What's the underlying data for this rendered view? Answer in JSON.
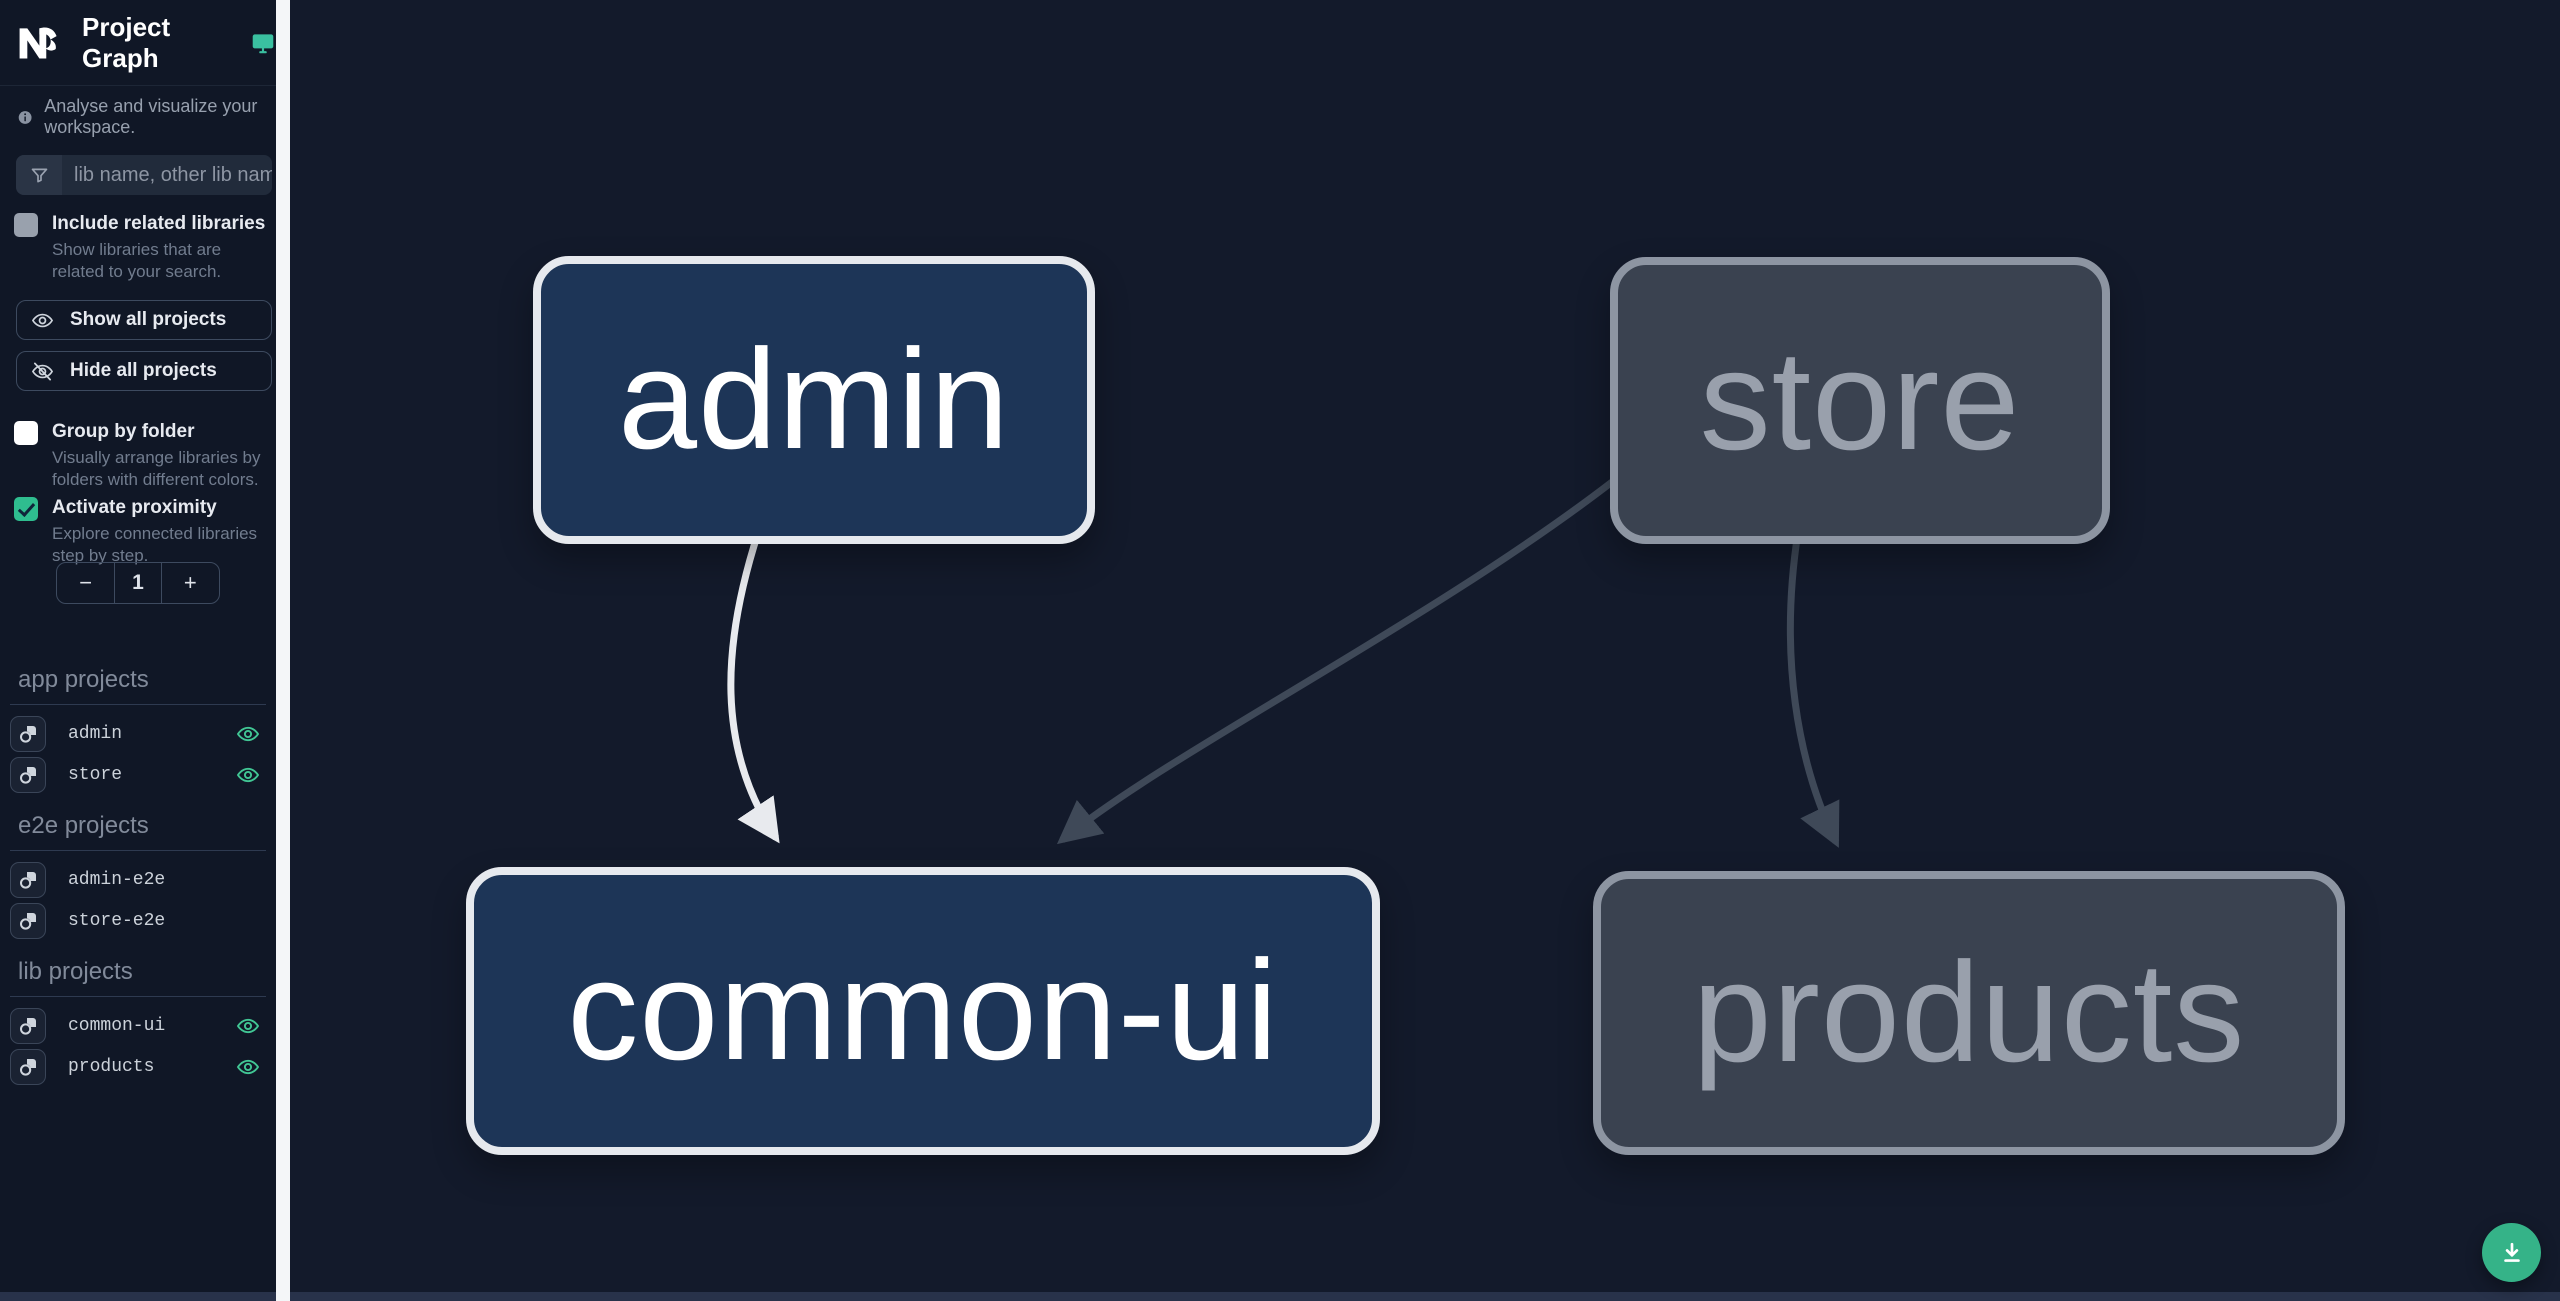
{
  "header": {
    "title": "Project Graph"
  },
  "tagline": "Analyse and visualize your workspace.",
  "search": {
    "placeholder": "lib name, other lib name"
  },
  "options": {
    "include_related": {
      "label": "Include related libraries",
      "description": "Show libraries that are related to your search.",
      "checked": false
    },
    "group_by_folder": {
      "label": "Group by folder",
      "description": "Visually arrange libraries by folders with different colors.",
      "checked": false
    },
    "activate_proximity": {
      "label": "Activate proximity",
      "description": "Explore connected libraries step by step.",
      "checked": true
    }
  },
  "actions": {
    "show_all": "Show all projects",
    "hide_all": "Hide all projects"
  },
  "proximity": {
    "decrement": "−",
    "value": "1",
    "increment": "+"
  },
  "sections": [
    {
      "title": "app projects",
      "items": [
        {
          "name": "admin",
          "visible": true
        },
        {
          "name": "store",
          "visible": true
        }
      ]
    },
    {
      "title": "e2e projects",
      "items": [
        {
          "name": "admin-e2e",
          "visible": false
        },
        {
          "name": "store-e2e",
          "visible": false
        }
      ]
    },
    {
      "title": "lib projects",
      "items": [
        {
          "name": "common-ui",
          "visible": true
        },
        {
          "name": "products",
          "visible": true
        }
      ]
    }
  ],
  "graph": {
    "nodes": [
      {
        "id": "admin",
        "label": "admin",
        "state": "focused"
      },
      {
        "id": "store",
        "label": "store",
        "state": "dimmed"
      },
      {
        "id": "common-ui",
        "label": "common-ui",
        "state": "focused"
      },
      {
        "id": "products",
        "label": "products",
        "state": "dimmed"
      }
    ],
    "edges": [
      {
        "from": "admin",
        "to": "common-ui",
        "state": "highlighted"
      },
      {
        "from": "store",
        "to": "common-ui",
        "state": "dimmed"
      },
      {
        "from": "store",
        "to": "products",
        "state": "dimmed"
      }
    ]
  },
  "colors": {
    "accent": "#35b388",
    "node_focused_fill": "#1d3557",
    "node_focused_border": "#e6e9ee",
    "node_dimmed_fill": "#3a4250",
    "node_dimmed_border": "#8d95a2",
    "edge_highlight": "#e8eaee",
    "edge_dimmed": "#3f4958",
    "eye_visible": "#41c694"
  }
}
